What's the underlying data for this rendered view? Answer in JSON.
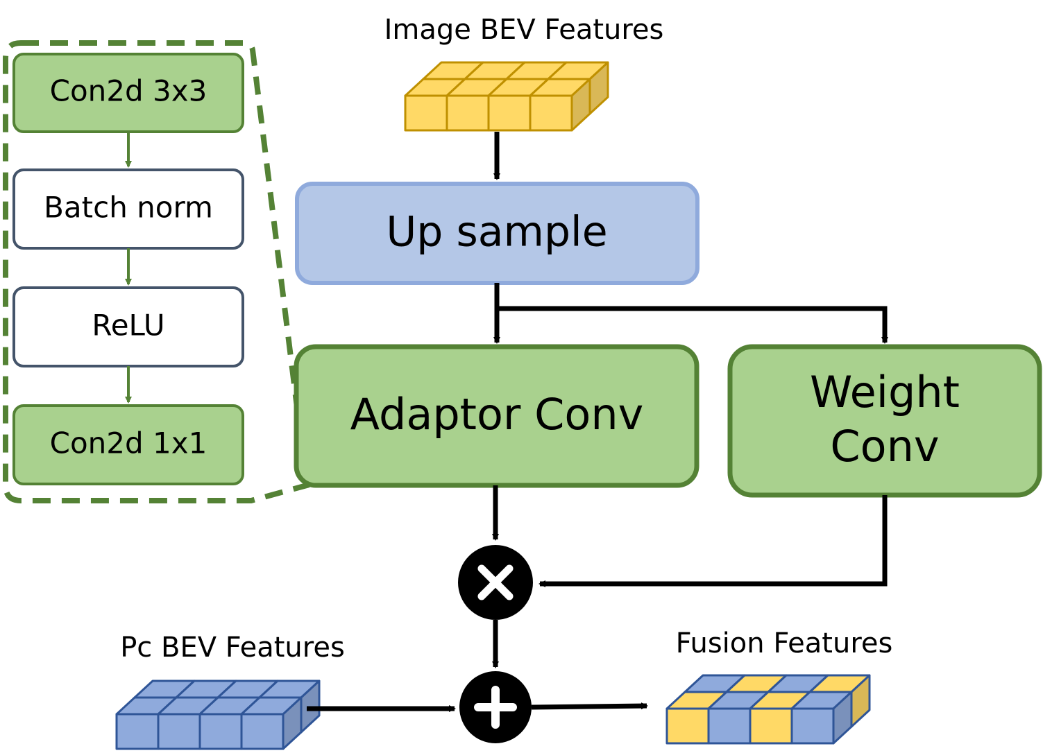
{
  "labels": {
    "image_bev": "Image BEV Features",
    "pc_bev": "Pc BEV Features",
    "fusion": "Fusion Features"
  },
  "blocks": {
    "upsample": "Up sample",
    "adaptor_conv": "Adaptor Conv",
    "weight_conv_line1": "Weight",
    "weight_conv_line2": "Conv"
  },
  "legend": {
    "conv3x3": "Con2d 3x3",
    "batchnorm": "Batch norm",
    "relu": "ReLU",
    "conv1x1": "Con2d 1x1"
  },
  "ops": {
    "multiply": "×",
    "add": "+"
  },
  "colors": {
    "green_fill": "#a9d18e",
    "green_stroke": "#548235",
    "blue_fill": "#b4c7e7",
    "blue_stroke": "#8faadc",
    "yellow_fill": "#ffd966",
    "yellow_stroke": "#bf9000",
    "cube_blue_fill": "#8faadc",
    "cube_blue_stroke": "#2f5597",
    "white_box_stroke": "#44546a"
  }
}
